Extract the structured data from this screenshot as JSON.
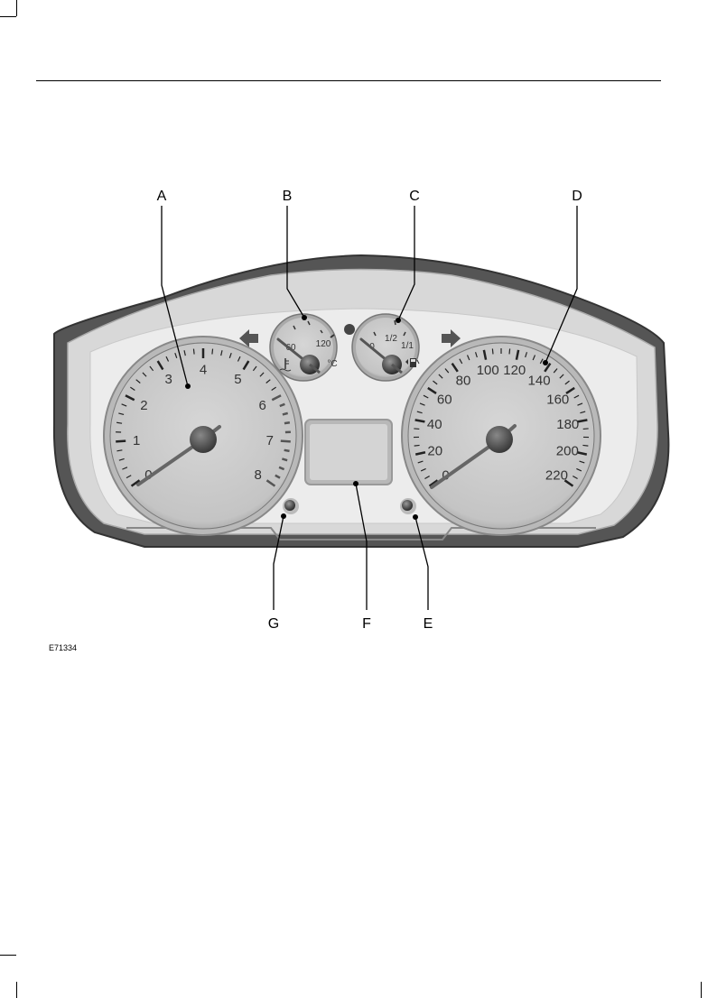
{
  "callouts": [
    "A",
    "B",
    "C",
    "D",
    "E",
    "F",
    "G"
  ],
  "tachometer": {
    "scale_labels": [
      "0",
      "1",
      "2",
      "3",
      "4",
      "5",
      "6",
      "7",
      "8"
    ]
  },
  "temperature_gauge": {
    "scale_labels": [
      "60",
      "120"
    ],
    "unit": "°C",
    "icon": "coolant-temperature-icon"
  },
  "fuel_gauge": {
    "scale_labels": [
      "0",
      "1/2",
      "1/1"
    ],
    "icon": "fuel-pump-icon"
  },
  "speedometer": {
    "scale_labels": [
      "0",
      "20",
      "40",
      "60",
      "80",
      "100",
      "120",
      "140",
      "160",
      "180",
      "200",
      "220"
    ]
  },
  "indicators": [
    "left-turn-arrow-icon",
    "right-turn-arrow-icon"
  ],
  "figure_id": "E71334",
  "colors": {
    "housing_dark": "#4a4a4a",
    "face_light": "#e6e6e6",
    "gauge_face": "#c9c9c9",
    "needle_hub": "#555555"
  }
}
